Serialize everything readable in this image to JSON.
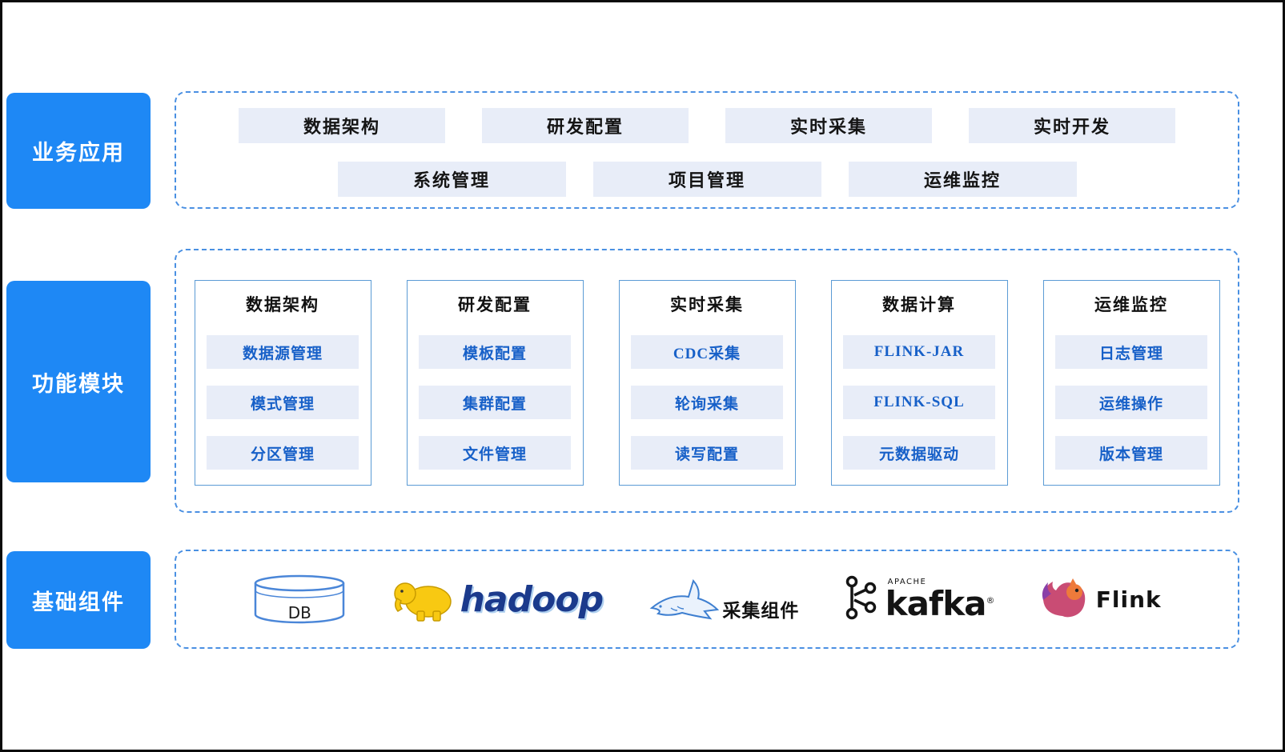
{
  "colors": {
    "accent_blue": "#1E88F5",
    "dashed_border": "#4A90E2",
    "pill_background": "#E8EDF8",
    "pill_text_blue": "#1760C8"
  },
  "business": {
    "label": "业务应用",
    "row1": [
      "数据架构",
      "研发配置",
      "实时采集",
      "实时开发"
    ],
    "row2": [
      "系统管理",
      "项目管理",
      "运维监控"
    ]
  },
  "modules": {
    "label": "功能模块",
    "columns": [
      {
        "title": "数据架构",
        "items": [
          "数据源管理",
          "模式管理",
          "分区管理"
        ]
      },
      {
        "title": "研发配置",
        "items": [
          "模板配置",
          "集群配置",
          "文件管理"
        ]
      },
      {
        "title": "实时采集",
        "items": [
          "CDC采集",
          "轮询采集",
          "读写配置"
        ]
      },
      {
        "title": "数据计算",
        "items": [
          "FLINK-JAR",
          "FLINK-SQL",
          "元数据驱动"
        ]
      },
      {
        "title": "运维监控",
        "items": [
          "日志管理",
          "运维操作",
          "版本管理"
        ]
      }
    ]
  },
  "components": {
    "label": "基础组件",
    "db_label": "DB",
    "hadoop_label": "hadoop",
    "collector_label": "采集组件",
    "kafka_apache": "APACHE",
    "kafka_label": "kafka",
    "kafka_mark": "®",
    "flink_label": "Flink"
  }
}
